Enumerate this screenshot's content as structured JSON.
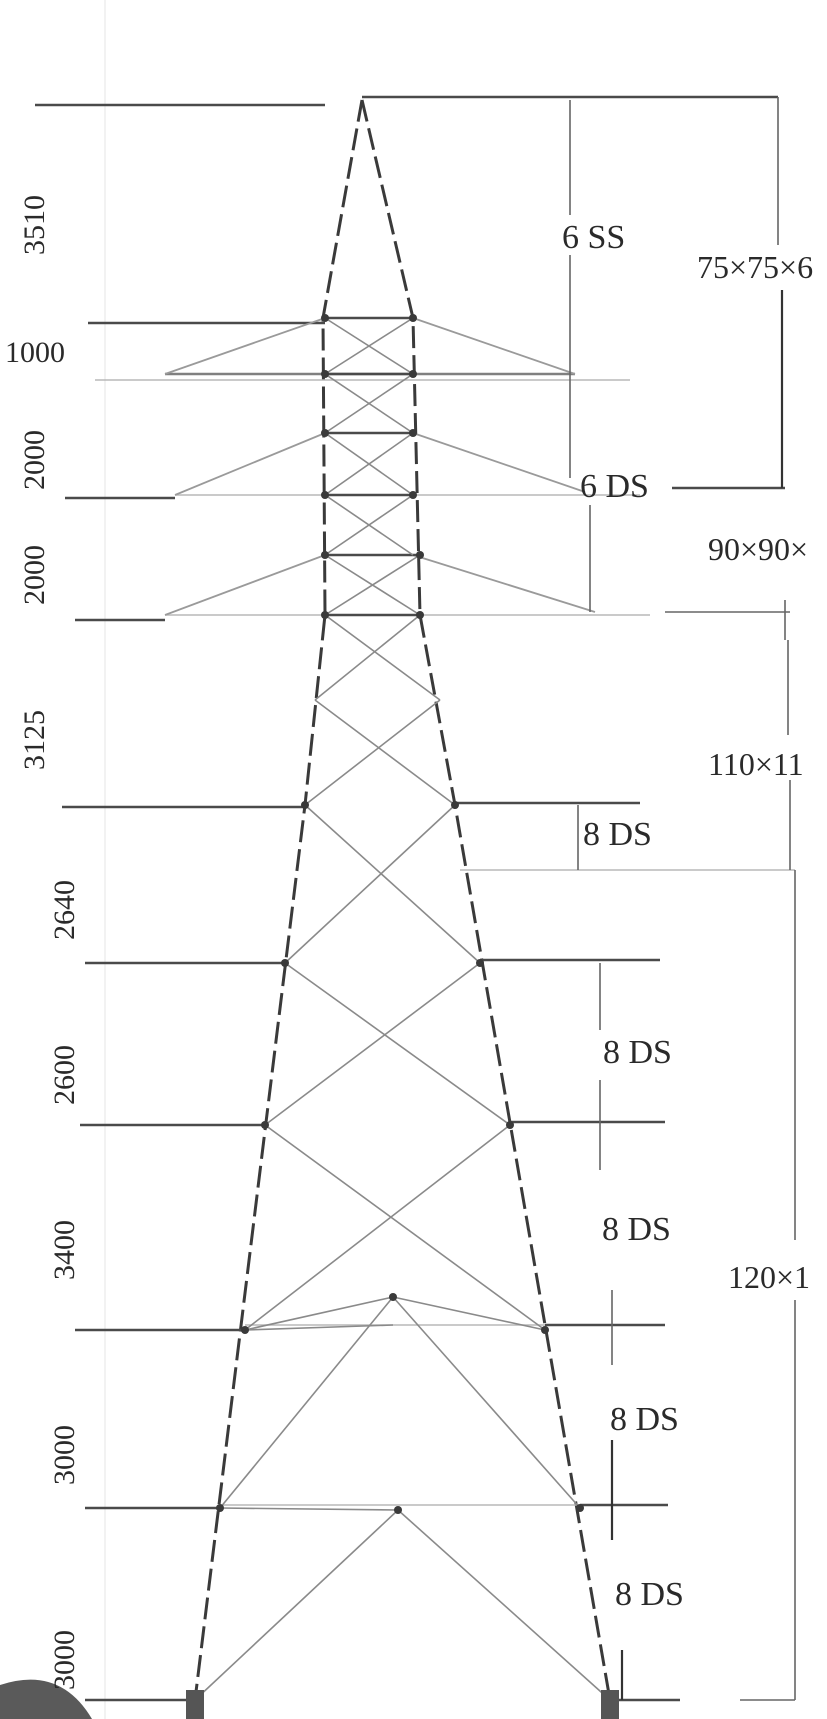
{
  "diagram": {
    "panel_labels": [
      "6 SS",
      "6 DS",
      "8 DS",
      "8 DS",
      "8 DS",
      "8 DS",
      "8 DS"
    ],
    "heights": [
      "3510",
      "1000",
      "2000",
      "2000",
      "3125",
      "2640",
      "2600",
      "3400",
      "3000",
      "3000"
    ],
    "section_labels": [
      "75×75×6",
      "90×90×",
      "110×11",
      "120×1"
    ],
    "colors": {
      "line": "#3a3a3a",
      "brace": "#8a8a8a",
      "background": "#ffffff"
    }
  }
}
